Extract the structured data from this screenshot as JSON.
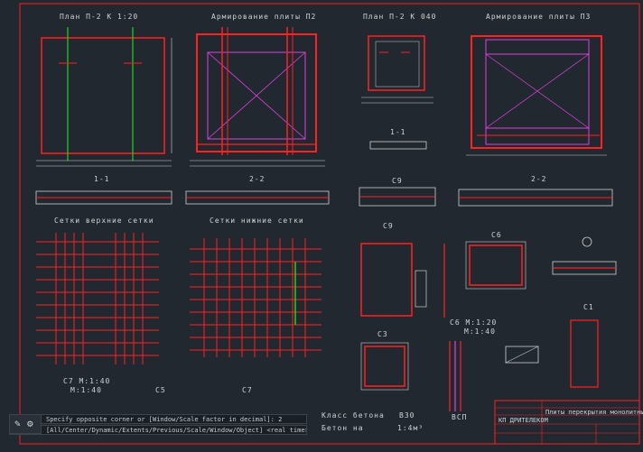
{
  "labels": {
    "plan_p2_1": "План П-2 К 1:20",
    "armirovanie_p2": "Армирование плиты П2",
    "plan_p2_k_040": "План П-2 К 040",
    "armirovanie_p3": "Армирование плиты П3",
    "section_1_1": "1-1",
    "section_2_2_left": "2-2",
    "section_1_1_right": "1-1",
    "section_2_2_right": "2-2",
    "c9_top": "С9",
    "c9_mid": "С9",
    "setka_verh": "Сетки верхние сетки",
    "setka_niz": "Сетки нижние сетки",
    "c6": "С6",
    "c6_dims": "С6  М:1:20",
    "c6_dims2": "М:1:40",
    "c1": "С1",
    "c3": "С3",
    "c7_left": "С7  М:1:40",
    "c7_left2": "М:1:40",
    "c5": "С5",
    "c7": "С7",
    "klass_betona": "Класс бетона",
    "b30": "В30",
    "beton_na": "Бетон на",
    "value_2": "1:4м³",
    "ctp": "ВСП"
  },
  "command_line": {
    "line1": "Specify opposite corner or [Window/Scale factor in decimal]: 2",
    "line2": "[All/Center/Dynamic/Extents/Previous/Scale/Window/Object] <real time>:"
  },
  "title_block": {
    "company": "КП ДРИТЕЛЕКОМ",
    "title": "Плиты перекрытия монолитные"
  },
  "colors": {
    "background": "#212830",
    "frame": "#ff1a1a",
    "outline": "#e8e8e8",
    "rebar_magenta": "#e040e0",
    "rebar_green": "#22d022",
    "dim": "#d0d0d0"
  },
  "icons": {
    "tool_1": "pen-tool-icon",
    "tool_2": "wrench-icon"
  }
}
